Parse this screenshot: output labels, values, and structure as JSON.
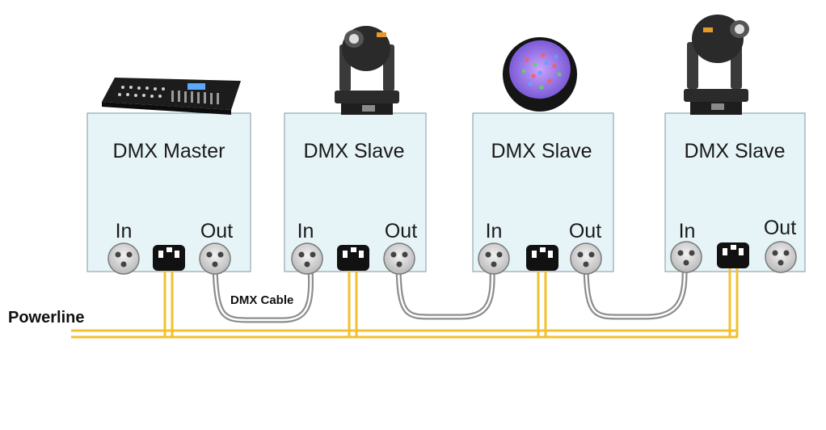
{
  "colors": {
    "box_fill": "#e6f4f7",
    "box_stroke": "#8fa9b2",
    "powerline": "#f2c12e",
    "dmx_cable": "#8e8e8e",
    "connector_fill": "#d0d0d0",
    "power_socket": "#111111"
  },
  "devices": [
    {
      "title": "DMX Master",
      "in_label": "In",
      "out_label": "Out",
      "icon": "dmx-controller-icon"
    },
    {
      "title": "DMX Slave",
      "in_label": "In",
      "out_label": "Out",
      "icon": "moving-head-light-icon"
    },
    {
      "title": "DMX Slave",
      "in_label": "In",
      "out_label": "Out",
      "icon": "led-par-light-icon"
    },
    {
      "title": "DMX Slave",
      "in_label": "In",
      "out_label": "Out",
      "icon": "moving-head-light-icon"
    }
  ],
  "cable_label": "DMX Cable",
  "powerline_label": "Powerline"
}
